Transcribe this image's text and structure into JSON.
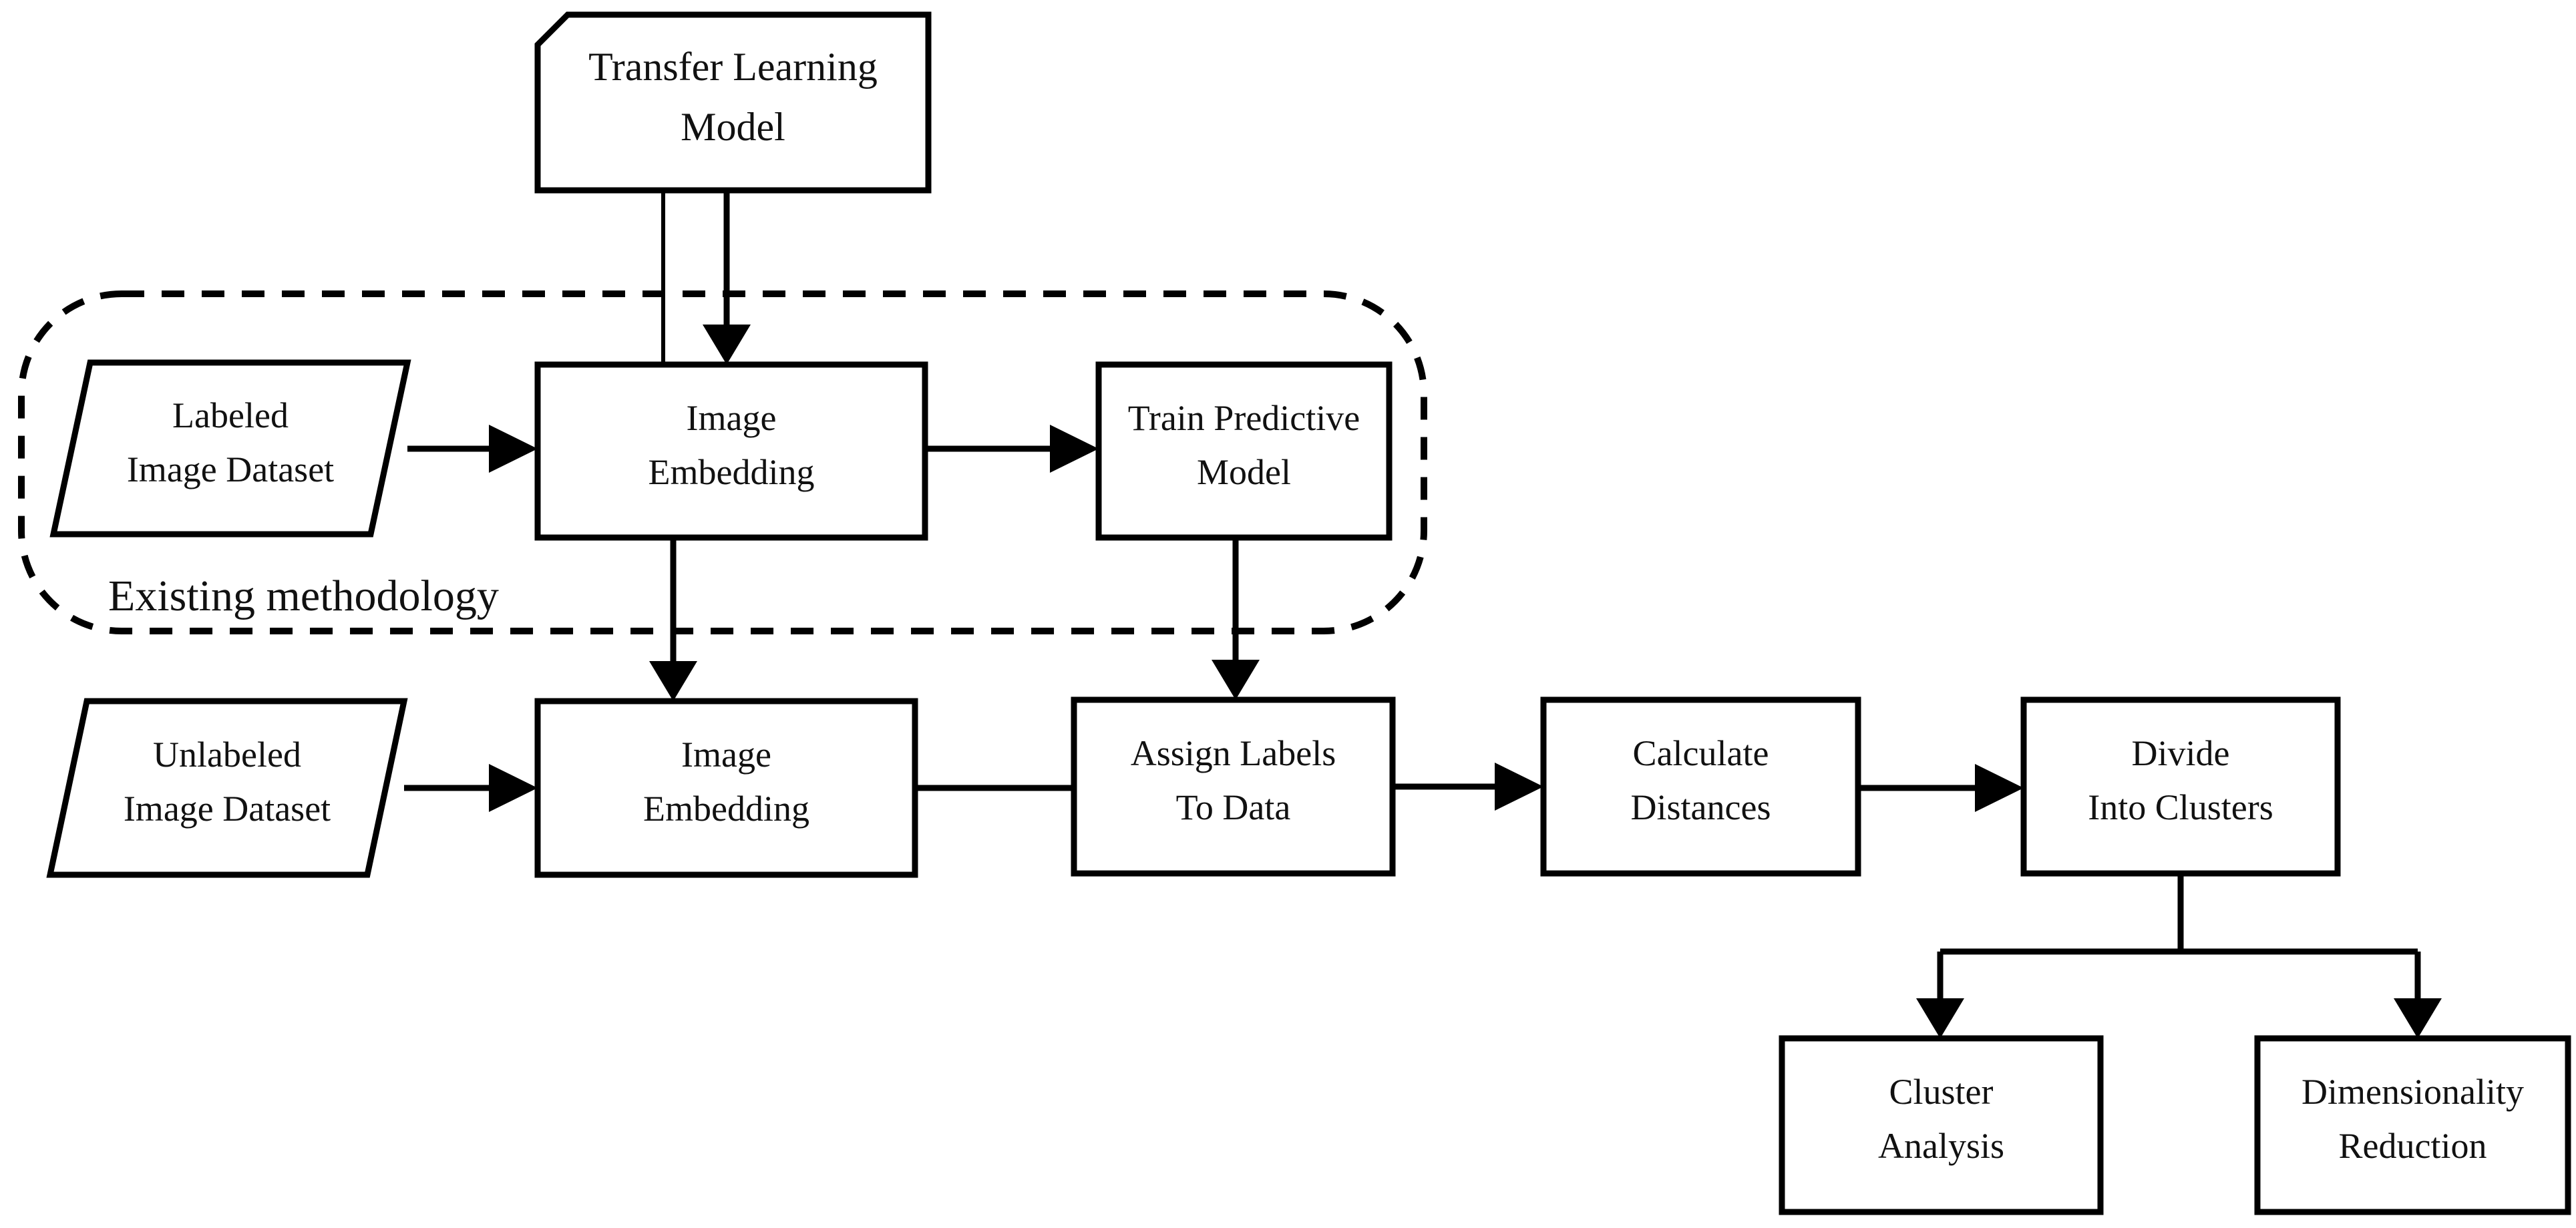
{
  "figure": {
    "type": "flowchart",
    "background_color": "#ffffff",
    "stroke_color": "#000000",
    "text_color": "#111111"
  },
  "container": {
    "label": "Existing methodology",
    "style": "dashed-rounded-rectangle"
  },
  "nodes": {
    "transfer_learning_model": {
      "label": "Transfer Learning\nModel",
      "shape": "card"
    },
    "labeled_image_dataset": {
      "label": "Labeled\nImage Dataset",
      "shape": "parallelogram"
    },
    "image_embedding_top": {
      "label": "Image\nEmbedding",
      "shape": "rectangle"
    },
    "train_predictive_model": {
      "label": "Train Predictive\nModel",
      "shape": "rectangle"
    },
    "unlabeled_image_dataset": {
      "label": "Unlabeled\nImage Dataset",
      "shape": "parallelogram"
    },
    "image_embedding_bottom": {
      "label": "Image\nEmbedding",
      "shape": "rectangle"
    },
    "assign_labels_to_data": {
      "label": "Assign Labels\nTo Data",
      "shape": "rectangle"
    },
    "calculate_distances": {
      "label": "Calculate\nDistances",
      "shape": "rectangle"
    },
    "divide_into_clusters": {
      "label": "Divide\nInto Clusters",
      "shape": "rectangle"
    },
    "cluster_analysis": {
      "label": "Cluster\nAnalysis",
      "shape": "rectangle"
    },
    "dimensionality_reduction": {
      "label": "Dimensionality\nReduction",
      "shape": "rectangle"
    }
  },
  "edges": [
    {
      "from": "Transfer Learning Model",
      "to": "Image Embedding (top)",
      "style": "plain-line"
    },
    {
      "from": "Transfer Learning Model",
      "to": "Image Embedding (top)",
      "style": "arrow"
    },
    {
      "from": "Labeled Image Dataset",
      "to": "Image Embedding (top)",
      "style": "arrow"
    },
    {
      "from": "Image Embedding (top)",
      "to": "Train Predictive Model",
      "style": "arrow"
    },
    {
      "from": "Image Embedding (top)",
      "to": "Image Embedding (bottom)",
      "style": "arrow"
    },
    {
      "from": "Train Predictive Model",
      "to": "Assign Labels To Data",
      "style": "arrow"
    },
    {
      "from": "Unlabeled Image Dataset",
      "to": "Image Embedding (bottom)",
      "style": "arrow"
    },
    {
      "from": "Image Embedding (bottom)",
      "to": "Assign Labels To Data",
      "style": "plain-line"
    },
    {
      "from": "Assign Labels To Data",
      "to": "Calculate Distances",
      "style": "arrow"
    },
    {
      "from": "Calculate Distances",
      "to": "Divide Into Clusters",
      "style": "arrow"
    },
    {
      "from": "Divide Into Clusters",
      "to": "Cluster Analysis",
      "style": "arrow"
    },
    {
      "from": "Divide Into Clusters",
      "to": "Dimensionality Reduction",
      "style": "arrow"
    }
  ]
}
